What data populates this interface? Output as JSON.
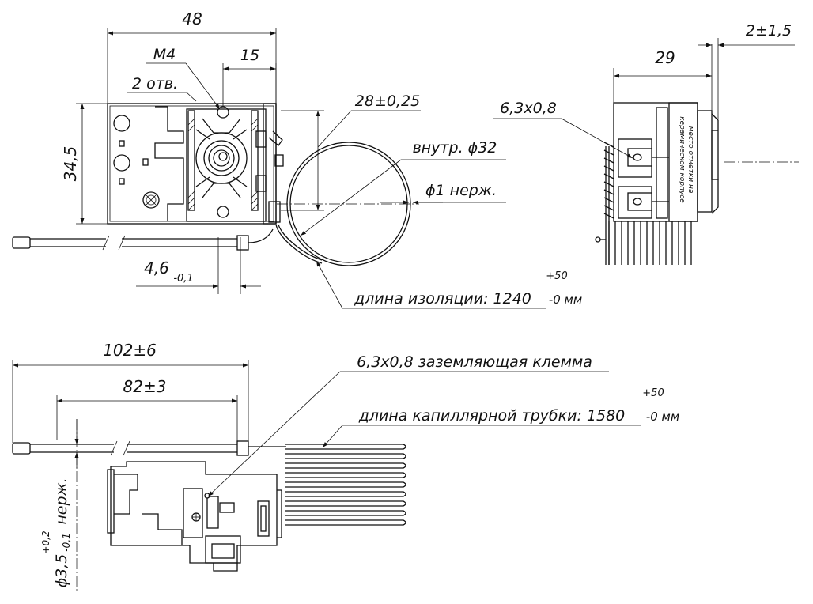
{
  "top_view": {
    "dim_width": "48",
    "thread": "M4",
    "holes_count": "2 отв.",
    "dim_15": "15",
    "dim_height": "34,5",
    "dim_tube_offset": "4,6",
    "dim_tube_offset_tol": "-0,1",
    "coil_diameter_tol": "28±0,25",
    "inner_diameter": "внутр. ϕ32",
    "wire": "ϕ1 нерж.",
    "insulation_length": "длина изоляции: 1240",
    "insulation_tol_upper": "+50",
    "insulation_tol_lower": "-0 мм"
  },
  "side_view": {
    "dim_29": "29",
    "dim_2": "2±1,5",
    "terminal": "6,3x0,8",
    "marking_line1": "место отметки на",
    "marking_line2": "керамическом корпусе"
  },
  "bottom_view": {
    "dim_total": "102±6",
    "dim_tube": "82±3",
    "ground_terminal": "6,3x0,8 заземляющая клемма",
    "capillary_length": "длина капиллярной трубки: 1580",
    "capillary_tol_upper": "+50",
    "capillary_tol_lower": "-0 мм",
    "tube_diameter": "ϕ3,5",
    "tube_tol_upper": "+0,2",
    "tube_tol_lower": "-0,1",
    "tube_material": "нерж."
  }
}
